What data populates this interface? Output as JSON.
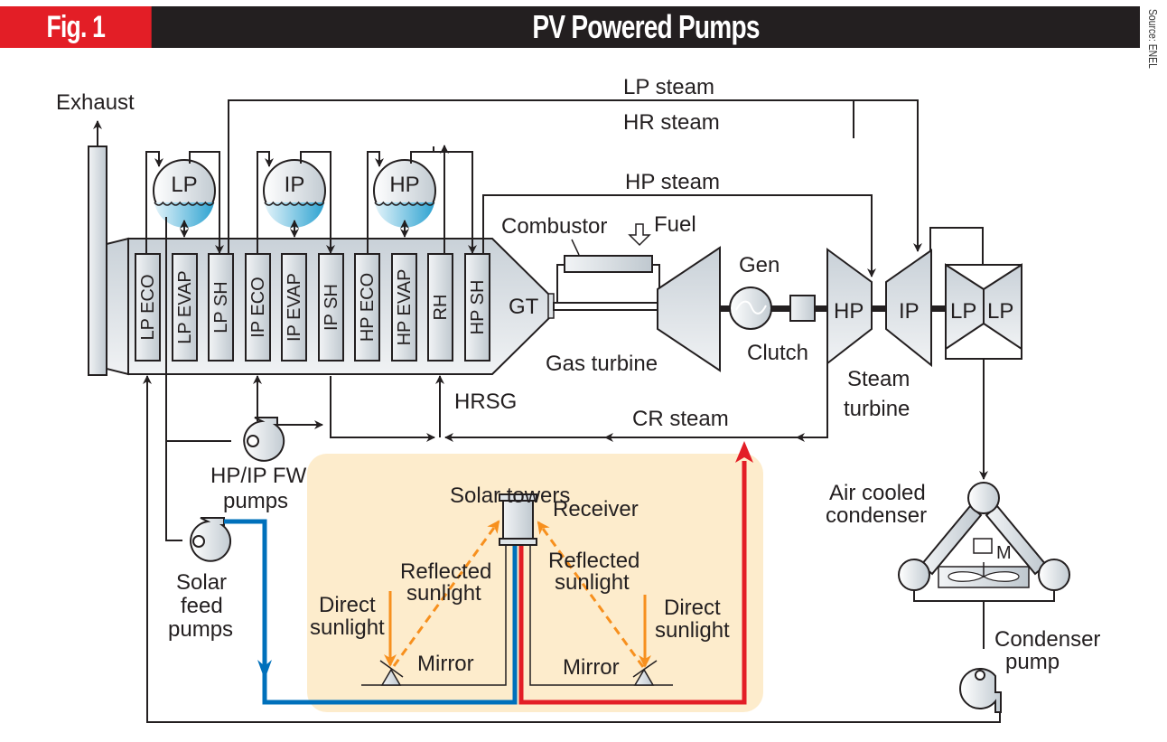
{
  "header": {
    "figure_tag": "Fig. 1",
    "title": "PV Powered Pumps",
    "source": "Source: ENEL"
  },
  "colors": {
    "header_bg": "#231f20",
    "figure_tag_bg": "#e31e26",
    "cold_water_line": "#0070bb",
    "hot_steam_line": "#e31e26",
    "sunlight": "#f7901e",
    "solar_field_bg": "#fdeccc",
    "equipment_fill": "#cfd6dc",
    "drum_water": "#4fb3d9"
  },
  "labels": {
    "exhaust": "Exhaust",
    "lp_steam": "LP steam",
    "hr_steam": "HR steam",
    "hp_steam": "HP steam",
    "cr_steam": "CR steam",
    "combustor": "Combustor",
    "fuel": "Fuel",
    "gen": "Gen",
    "clutch": "Clutch",
    "gt": "GT",
    "gas_turbine": "Gas turbine",
    "steam_turbine_1": "Steam",
    "steam_turbine_2": "turbine",
    "hrsg": "HRSG",
    "hp_ip_fw_pumps_1": "HP/IP FW",
    "hp_ip_fw_pumps_2": "pumps",
    "solar_feed_1": "Solar",
    "solar_feed_2": "feed",
    "solar_feed_3": "pumps",
    "solar_towers": "Solar towers",
    "receiver": "Receiver",
    "reflected_1": "Reflected",
    "reflected_2": "sunlight",
    "direct_1": "Direct",
    "direct_2": "sunlight",
    "mirror": "Mirror",
    "air_cooled_1": "Air cooled",
    "air_cooled_2": "condenser",
    "motor": "M",
    "condenser_pump_1": "Condenser",
    "condenser_pump_2": "pump"
  },
  "drums": [
    "LP",
    "IP",
    "HP"
  ],
  "hrsg_sections": [
    "LP ECO",
    "LP EVAP",
    "LP SH",
    "IP ECO",
    "IP EVAP",
    "IP SH",
    "HP ECO",
    "HP EVAP",
    "RH",
    "HP SH"
  ],
  "steam_turbines": [
    "HP",
    "IP",
    "LP",
    "LP"
  ]
}
